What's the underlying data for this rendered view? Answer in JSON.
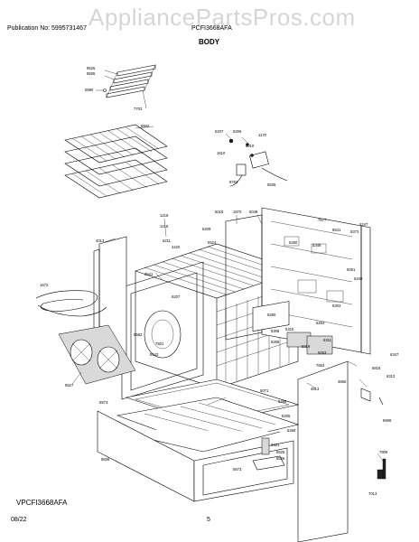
{
  "header": {
    "publication": "Publication No: 5995731467",
    "model_code": "PCFI3668AFA",
    "section_title": "BODY"
  },
  "watermark": "AppliancePartsPros.com",
  "footer": {
    "model": "VPCFI3668AFA",
    "date": "08/22",
    "page": "5"
  },
  "part_labels": {
    "p1": "9525",
    "p2": "9505",
    "p3": "0890",
    "p4": "7703",
    "p5": "9502",
    "p6": "5207",
    "p7": "5206",
    "p8": "1170",
    "p9": "5010",
    "p10": "1610",
    "p11": "8764",
    "p12": "5535",
    "p13": "1216",
    "p14": "1218",
    "p15": "5016",
    "p16": "1870",
    "p17": "5048",
    "p18": "7577",
    "p19": "5247",
    "p20": "5211",
    "p21": "4420",
    "p22": "5209",
    "p23": "5524",
    "p24": "4013",
    "p25": "1672",
    "p26": "2541",
    "p27": "5207",
    "p28": "5280",
    "p29": "5308",
    "p30": "5265",
    "p31": "9582",
    "p32": "7501",
    "p33": "5543",
    "p34": "9527",
    "p35": "5071",
    "p36": "5288",
    "p37": "5205",
    "p38": "5573",
    "p39": "5269",
    "p40": "9836",
    "p41": "5673",
    "p42": "3421",
    "p43": "5525",
    "p44": "5526",
    "p45": "7013",
    "p46": "7909",
    "p47": "4813",
    "p48": "4865",
    "p49": "5908",
    "p50": "5818",
    "p51": "6313",
    "p52": "7653",
    "p53": "5063",
    "p54": "5316",
    "p55": "5311",
    "p56": "5319",
    "p57": "5263",
    "p58": "5303",
    "p59": "6347",
    "p60": "5061",
    "p61": "5348",
    "p62": "5541",
    "p63": "5260",
    "p64": "5348",
    "p65": "5373"
  }
}
